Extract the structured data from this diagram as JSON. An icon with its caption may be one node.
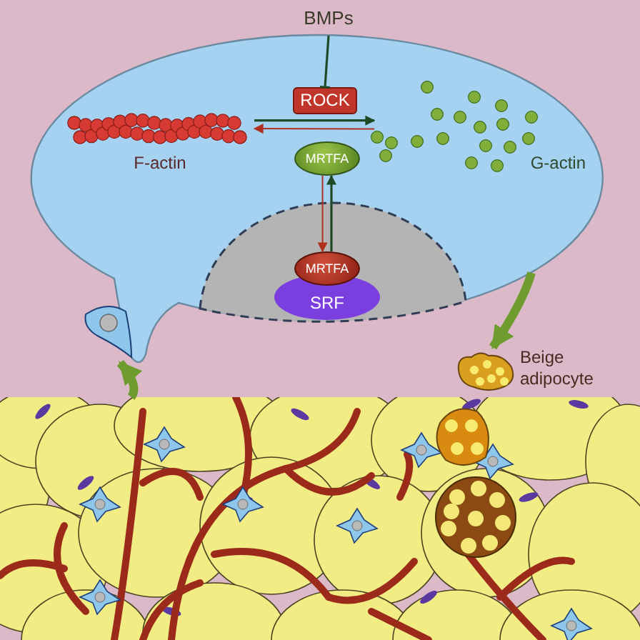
{
  "diagram": {
    "nodes": [
      {
        "text": [
          "BMPs"
        ]
      },
      {
        "text": [],
        "shape": "bubble"
      },
      {
        "text": [
          "ROCK"
        ],
        "in": 1
      },
      {
        "text": [
          "F-actin"
        ],
        "in": 1
      },
      {
        "text": [
          "G-actin"
        ],
        "in": 1
      },
      {
        "text": [
          "MRTFA"
        ],
        "in": 1
      },
      {
        "text": [],
        "shape": "dome",
        "in": 1
      },
      {
        "text": [
          "MRTFA"
        ],
        "in": 6
      },
      {
        "text": [
          "SRF"
        ],
        "in": 6
      },
      {
        "text": [
          "Beige adipocyte"
        ]
      },
      {
        "text": [],
        "shape": "picture"
      }
    ],
    "edges": [
      {
        "from": 0,
        "to": 2,
        "arrow": "other"
      },
      {
        "from": 3,
        "to": 4,
        "arrow": "to"
      },
      {
        "from": 4,
        "to": 3,
        "arrow": "to",
        "color": "#b03020"
      },
      {
        "from": 7,
        "to": 5,
        "arrow": "to"
      },
      {
        "from": 5,
        "to": 7,
        "arrow": "to",
        "color": "#b03020"
      },
      {
        "from": 10,
        "to": 1,
        "arrow": "to",
        "style": "thick",
        "color": "#6f9c2e"
      },
      {
        "from": 1,
        "to": 9,
        "arrow": "to",
        "style": "thick",
        "color": "#6f9c2e"
      }
    ]
  }
}
